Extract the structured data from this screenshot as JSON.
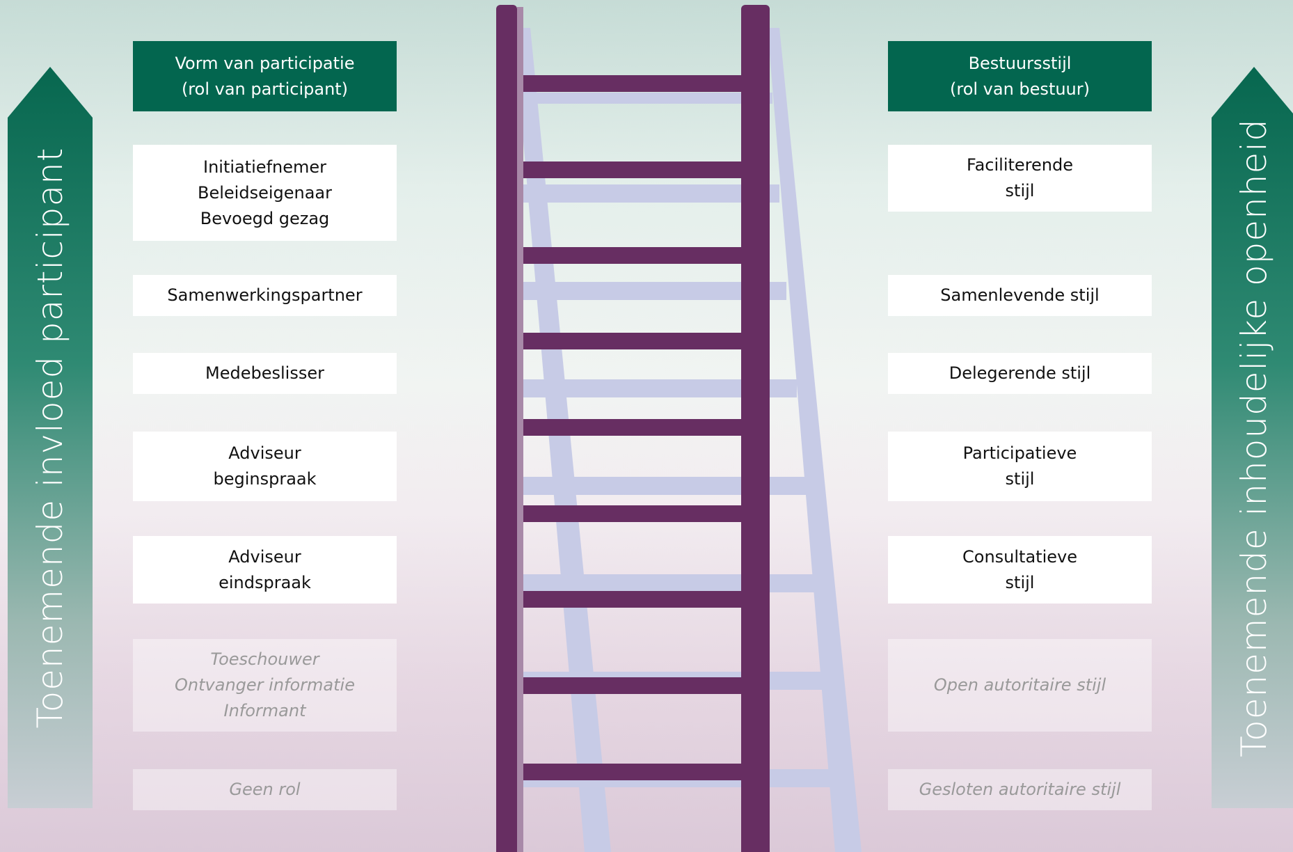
{
  "colors": {
    "arrow_top": "#07674f",
    "arrow_bottom": "#c8ced4",
    "header_fill": "#03664f",
    "ladder_front": "#672e62",
    "ladder_back": "#c7cbe6",
    "faded_text": "#999999"
  },
  "left_arrow": {
    "label": "Toenemende invloed participant"
  },
  "right_arrow": {
    "label": "Toenemende inhoudelijke openheid"
  },
  "left_column": {
    "header": "Vorm van participatie\n(rol van participant)",
    "items": [
      {
        "text": "Initiatiefnemer\nBeleidseigenaar\nBevoegd gezag",
        "style": "solid"
      },
      {
        "text": "Samenwerkingspartner",
        "style": "solid"
      },
      {
        "text": "Medebeslisser",
        "style": "solid"
      },
      {
        "text": "Adviseur\nbeginspraak",
        "style": "solid"
      },
      {
        "text": "Adviseur\neindspraak",
        "style": "solid"
      },
      {
        "text": "Toeschouwer\nOntvanger informatie\nInformant",
        "style": "faded"
      },
      {
        "text": "Geen rol",
        "style": "faded"
      }
    ]
  },
  "right_column": {
    "header": "Bestuursstijl\n(rol van bestuur)",
    "items": [
      {
        "text": "Faciliterende\nstijl",
        "style": "solid"
      },
      {
        "text": "Samenlevende stijl",
        "style": "solid"
      },
      {
        "text": "Delegerende stijl",
        "style": "solid"
      },
      {
        "text": "Participatieve\nstijl",
        "style": "solid"
      },
      {
        "text": "Consultatieve\nstijl",
        "style": "solid"
      },
      {
        "text": "Open autoritaire stijl",
        "style": "faded"
      },
      {
        "text": "Gesloten autoritaire stijl",
        "style": "faded"
      }
    ]
  }
}
